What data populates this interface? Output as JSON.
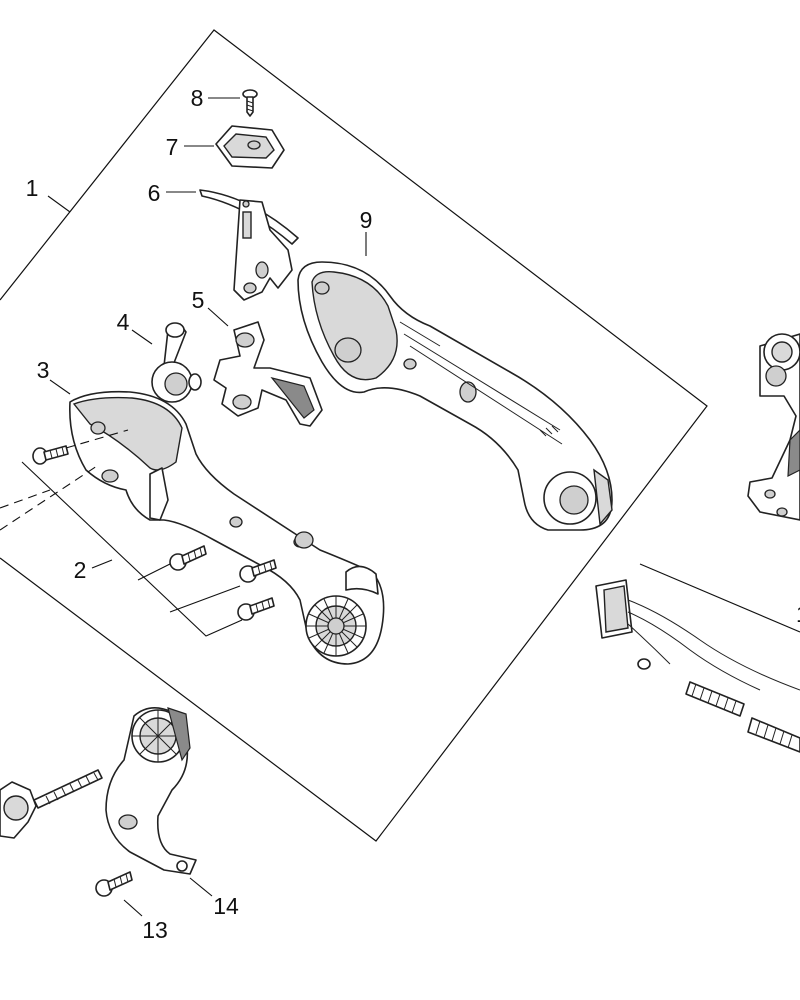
{
  "callouts": [
    {
      "id": "1",
      "label": "1"
    },
    {
      "id": "2",
      "label": "2"
    },
    {
      "id": "3",
      "label": "3"
    },
    {
      "id": "4",
      "label": "4"
    },
    {
      "id": "5",
      "label": "5"
    },
    {
      "id": "6",
      "label": "6"
    },
    {
      "id": "7",
      "label": "7"
    },
    {
      "id": "8",
      "label": "8"
    },
    {
      "id": "9",
      "label": "9"
    },
    {
      "id": "13",
      "label": "13"
    },
    {
      "id": "14",
      "label": "14"
    },
    {
      "id": "right-edge",
      "label": "1"
    }
  ]
}
